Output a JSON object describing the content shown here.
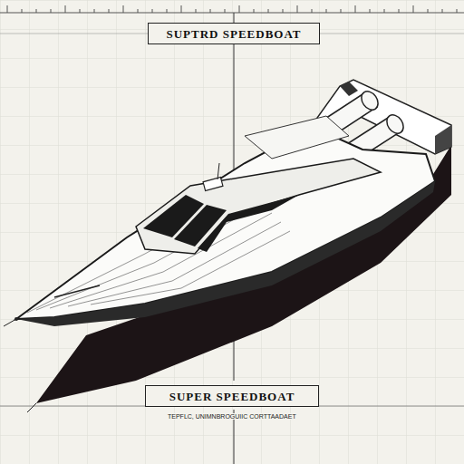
{
  "diagram": {
    "nodes": [
      {
        "text": [
          "SUPTRD SPEEDBOAT"
        ]
      },
      {
        "text": [
          "SUPER SPEEDBOAT"
        ]
      }
    ],
    "labels": [
      "TEPFLC, UNIMNBROGUIIC CORTTAADAET"
    ]
  }
}
